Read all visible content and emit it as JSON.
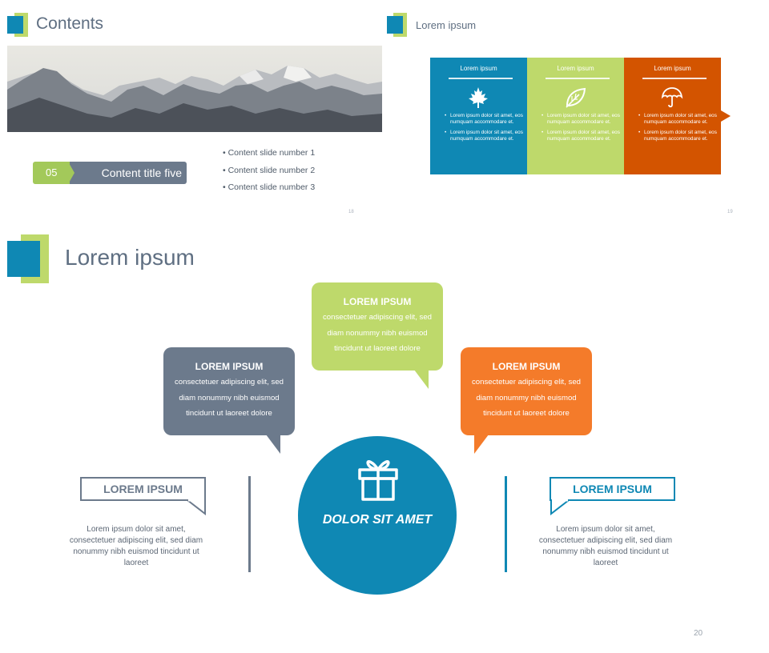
{
  "slide18": {
    "title": "Contents",
    "tag_number": "05",
    "tag_title": "Content title five",
    "list": [
      "Content slide number 1",
      "Content slide number 2",
      "Content slide number 3"
    ],
    "page_number": "18"
  },
  "slide19": {
    "title": "Lorem ipsum",
    "columns": [
      {
        "heading": "Lorem ipsum",
        "icon": "maple-leaf-icon",
        "color": "#0f88b4",
        "bullets": [
          "Lorem ipsum dolor sit amet, eos numquam accommodare et.",
          "Lorem ipsum dolor sit amet, eos numquam accommodare et."
        ]
      },
      {
        "heading": "Lorem ipsum",
        "icon": "leaf-icon",
        "color": "#bed96b",
        "bullets": [
          "Lorem ipsum dolor sit amet, eos numquam accommodare et.",
          "Lorem ipsum dolor sit amet, eos numquam accommodare et."
        ]
      },
      {
        "heading": "Lorem ipsum",
        "icon": "umbrella-icon",
        "color": "#d35400",
        "bullets": [
          "Lorem ipsum dolor sit amet, eos numquam accommodare et.",
          "Lorem ipsum dolor sit amet, eos numquam accommodare et."
        ]
      }
    ],
    "page_number": "19"
  },
  "slide20": {
    "title": "Lorem ipsum",
    "bubbles": {
      "gray": {
        "heading": "LOREM IPSUM",
        "lines": [
          "consectetuer adipiscing elit, sed",
          "diam nonummy nibh euismod",
          "tincidunt ut laoreet dolore"
        ],
        "color": "#6c7a8c"
      },
      "green": {
        "heading": "LOREM IPSUM",
        "lines": [
          "consectetuer adipiscing elit, sed",
          "diam nonummy nibh euismod",
          "tincidunt ut laoreet dolore"
        ],
        "color": "#bed96b"
      },
      "orange": {
        "heading": "LOREM IPSUM",
        "lines": [
          "consectetuer adipiscing elit, sed",
          "diam nonummy nibh euismod",
          "tincidunt ut laoreet dolore"
        ],
        "color": "#f47b2a"
      }
    },
    "left_box": {
      "label": "LOREM IPSUM",
      "text": "Lorem ipsum dolor sit amet, consectetuer adipiscing elit, sed diam nonummy nibh euismod tincidunt ut laoreet",
      "color": "#6c7a8c"
    },
    "right_box": {
      "label": "LOREM IPSUM",
      "text": "Lorem ipsum dolor sit amet, consectetuer adipiscing elit, sed diam nonummy nibh euismod tincidunt ut laoreet",
      "color": "#0f88b4"
    },
    "circle_label": "DOLOR SIT AMET",
    "circle_icon": "gift-icon",
    "page_number": "20"
  }
}
